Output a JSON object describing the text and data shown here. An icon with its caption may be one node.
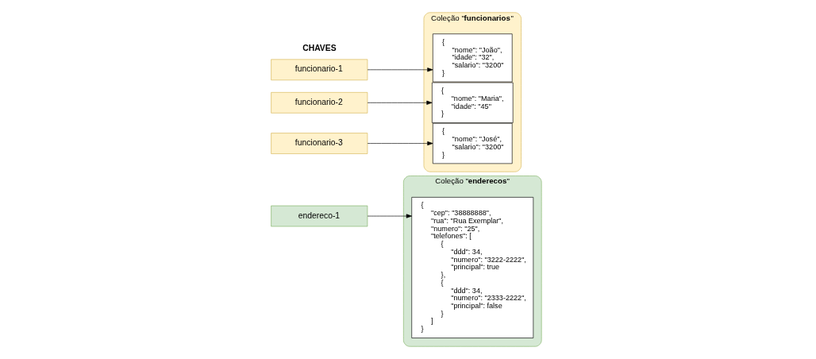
{
  "diagram": {
    "nodes": [
      {
        "text": [
          "funcionario-1"
        ]
      },
      {
        "text": [
          "funcionario-2"
        ]
      },
      {
        "text": [
          "funcionario-3"
        ]
      },
      {
        "text": [
          "endereco-1"
        ]
      },
      {
        "text": [
          "Coleção \"**funcionarios**\""
        ]
      },
      {
        "text": [
          "{ \"nome\": \"João\", \"idade\": \"32\", \"salario\": \"3200\" }"
        ],
        "in": 4
      },
      {
        "text": [
          "{ \"nome\": \"Maria\", \"idade\": \"45\" }"
        ],
        "in": 4
      },
      {
        "text": [
          "{ \"nome\": \"José\", \"salario\": \"3200\" }"
        ],
        "in": 4
      },
      {
        "text": [
          "Coleção \"**enderecos**\""
        ]
      },
      {
        "text": [
          "{ \"cep\": \"38888888\", \"rua\": \"Rua Exemplar\", \"numero\": \"25\", \"telefones\": [ { \"ddd\": 34, \"numero\": \"3222-2222\", \"principal\": true }, { \"ddd\": 34, \"numero\": \"2333-2222\", \"principal\": false } ] }"
        ],
        "in": 8
      }
    ],
    "edges": [
      {
        "from": 0,
        "to": 5,
        "arrow": "to"
      },
      {
        "from": 1,
        "to": 6,
        "arrow": "to"
      },
      {
        "from": 2,
        "to": 7,
        "arrow": "to"
      },
      {
        "from": 3,
        "to": 9,
        "arrow": "to"
      }
    ],
    "labels": [
      "CHAVES"
    ]
  }
}
